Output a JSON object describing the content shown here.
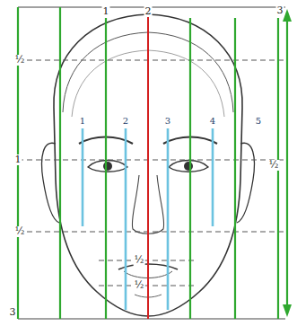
{
  "diagram": {
    "labels": [
      "1",
      "2",
      "3",
      "½",
      "1",
      "2",
      "3",
      "4",
      "5",
      "1",
      "½",
      "½",
      "½",
      "½",
      "3"
    ]
  }
}
